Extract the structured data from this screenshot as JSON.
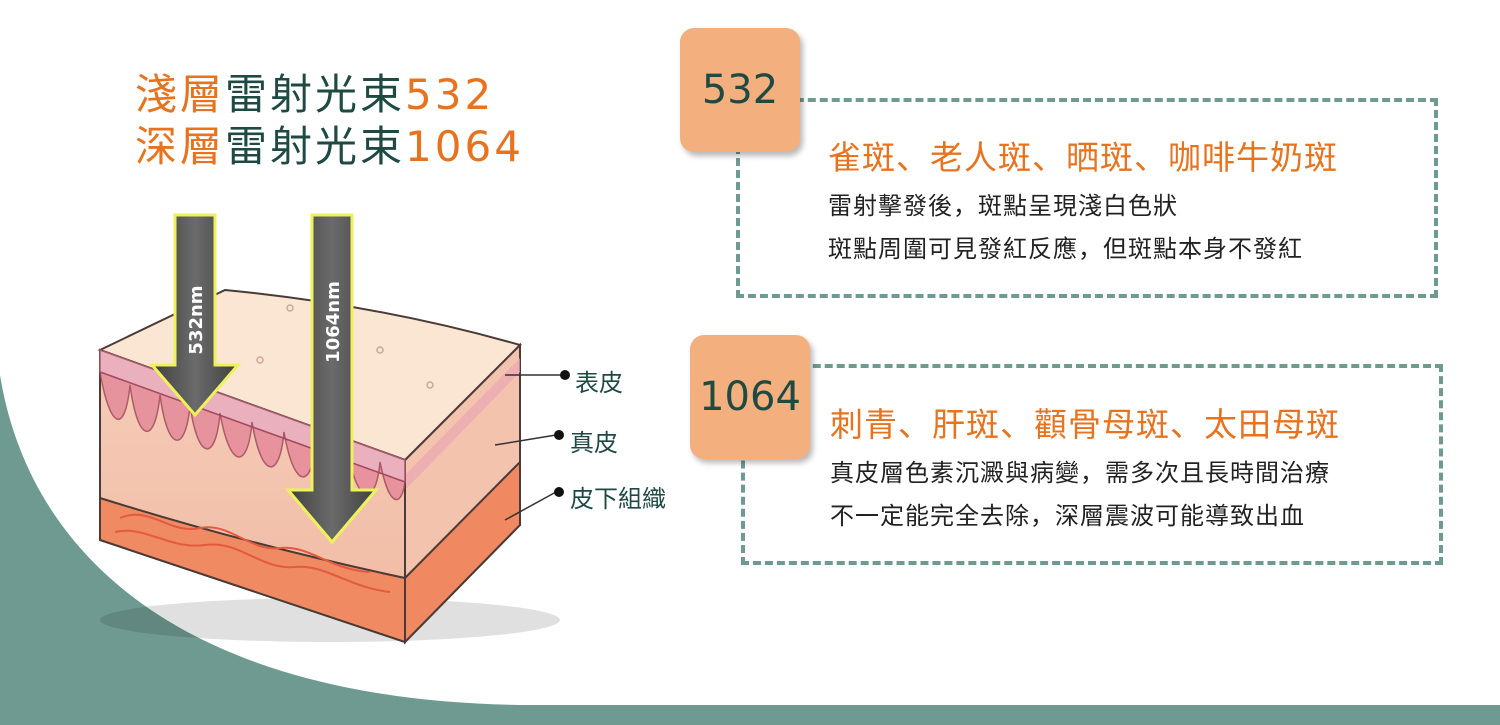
{
  "title": {
    "line1": {
      "part1": "淺層",
      "part2": "雷射光束",
      "part3": "532"
    },
    "line2": {
      "part1": "深層",
      "part2": "雷射光束",
      "part3": "1064"
    }
  },
  "beams": [
    {
      "label": "532nm"
    },
    {
      "label": "1064nm"
    }
  ],
  "layers": [
    "表皮",
    "真皮",
    "皮下組織"
  ],
  "cards": [
    {
      "badge": "532",
      "title": "雀斑、老人斑、晒斑、咖啡牛奶斑",
      "lines": [
        "雷射擊發後，斑點呈現淺白色狀",
        "斑點周圍可見發紅反應，但斑點本身不發紅"
      ]
    },
    {
      "badge": "1064",
      "title": "刺青、肝斑、顴骨母斑、太田母斑",
      "lines": [
        "真皮層色素沉澱與病變，需多次且長時間治療",
        "不一定能完全去除，深層震波可能導致出血"
      ]
    }
  ],
  "colors": {
    "accent_orange": "#e8731f",
    "dark_green": "#1f4a44",
    "teal_bg": "#6f9a92",
    "badge": "#f3b07e",
    "arrow_glow": "#eef25a"
  }
}
